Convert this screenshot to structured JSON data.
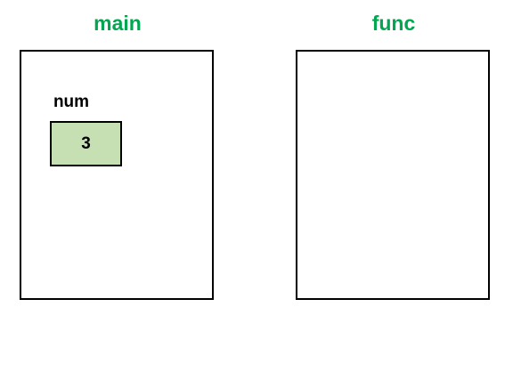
{
  "frames": [
    {
      "title": "main",
      "variables": [
        {
          "name": "num",
          "value": "3"
        }
      ]
    },
    {
      "title": "func",
      "variables": []
    }
  ],
  "colors": {
    "title": "#00a650",
    "cell_fill": "#c6e0b4",
    "border": "#000000",
    "background": "#ffffff"
  }
}
